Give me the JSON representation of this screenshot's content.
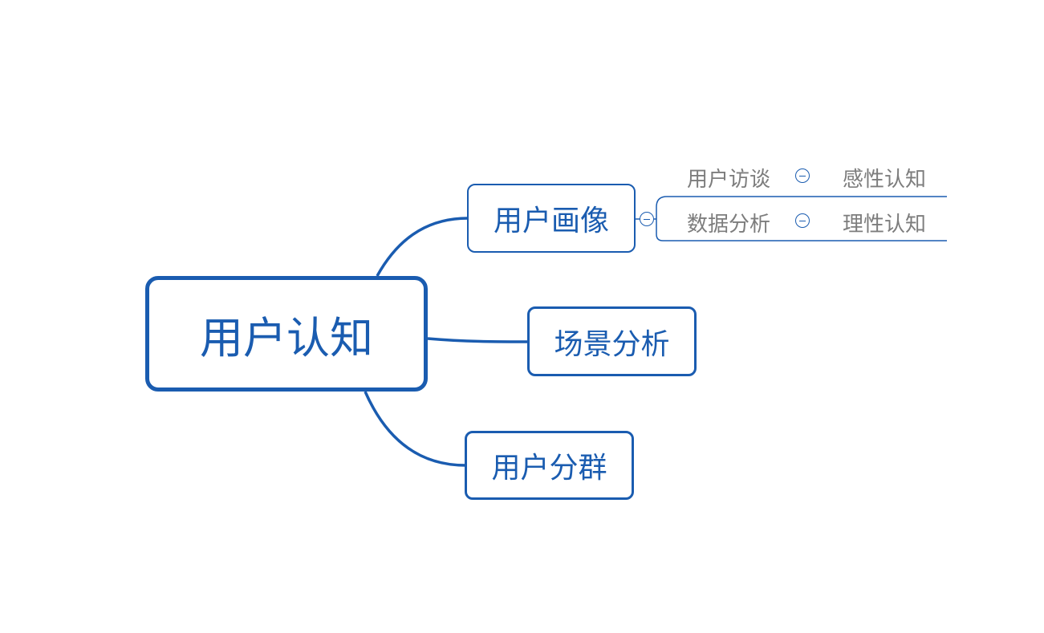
{
  "mindmap": {
    "root": {
      "label": "用户认知"
    },
    "branches": [
      {
        "label": "用户画像",
        "children": [
          {
            "label": "用户访谈",
            "child": "感性认知"
          },
          {
            "label": "数据分析",
            "child": "理性认知"
          }
        ]
      },
      {
        "label": "场景分析"
      },
      {
        "label": "用户分群"
      }
    ]
  },
  "colors": {
    "accent": "#1a5cb0",
    "leaf_text": "#7d7d7d",
    "background": "#ffffff"
  },
  "icons": {
    "collapse": "collapse-circle-minus-icon"
  }
}
